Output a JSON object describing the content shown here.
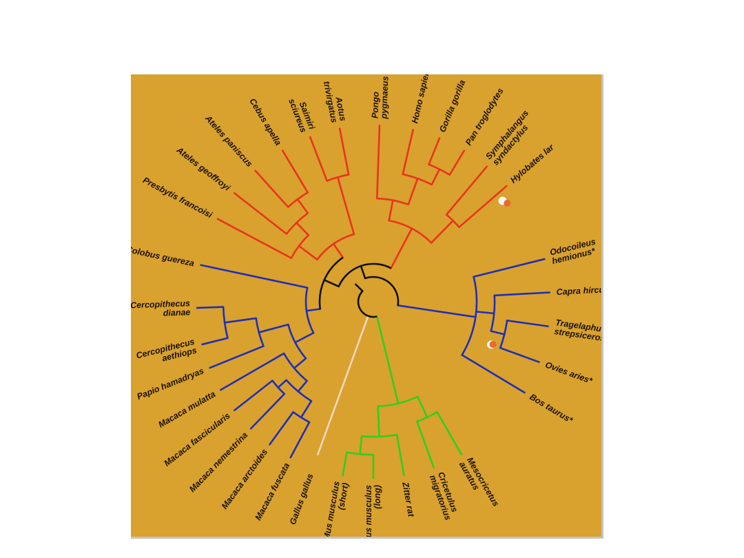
{
  "figure": {
    "background": "#d9a12e",
    "colors": {
      "primates_apes": "#e8341c",
      "primates_monkeys": "#1e2fb8",
      "bovids": "#1e2fb8",
      "rodents": "#2fcf1f",
      "bird": "#f0d8c0",
      "backbone": "#111111",
      "marker_white": "#f4f4f4",
      "marker_orange": "#e86a2a"
    },
    "taxa": [
      {
        "id": "gallus",
        "label": "Gallus gallus",
        "group": "bird"
      },
      {
        "id": "mfusc",
        "label": "Macaca fuscata",
        "group": "primates_monkeys"
      },
      {
        "id": "marct",
        "label": "Macaca arctoides",
        "group": "primates_monkeys"
      },
      {
        "id": "mnem",
        "label": "Macaca nemestrina",
        "group": "primates_monkeys"
      },
      {
        "id": "mfasc",
        "label": "Macaca fascicularis",
        "group": "primates_monkeys"
      },
      {
        "id": "mmul",
        "label": "Macaca mulatta",
        "group": "primates_monkeys"
      },
      {
        "id": "papio",
        "label": "Papio hamadryas",
        "group": "primates_monkeys"
      },
      {
        "id": "caeth",
        "label": [
          "Cercopithecus",
          "aethiops"
        ],
        "group": "primates_monkeys"
      },
      {
        "id": "cdian",
        "label": [
          "Cercopithecus",
          "dianae"
        ],
        "group": "primates_monkeys"
      },
      {
        "id": "colob",
        "label": "Colobus guereza",
        "group": "primates_monkeys"
      },
      {
        "id": "presb",
        "label": "Presbytis francoisi",
        "group": "primates_apes"
      },
      {
        "id": "ageof",
        "label": "Ateles geoffroyi",
        "group": "primates_apes"
      },
      {
        "id": "apan",
        "label": "Ateles paniscus",
        "group": "primates_apes"
      },
      {
        "id": "cebus",
        "label": "Cebus apella",
        "group": "primates_apes"
      },
      {
        "id": "saim",
        "label": [
          "Saimiri",
          "sciureus"
        ],
        "group": "primates_apes"
      },
      {
        "id": "aotus",
        "label": [
          "Aotus",
          "trivirgatus"
        ],
        "group": "primates_apes"
      },
      {
        "id": "pongo",
        "label": [
          "Pongo",
          "pygmaeus"
        ],
        "group": "primates_apes"
      },
      {
        "id": "homo",
        "label": "Homo sapiens*",
        "group": "primates_apes"
      },
      {
        "id": "gor",
        "label": "Gorilla gorilla",
        "group": "primates_apes"
      },
      {
        "id": "pan",
        "label": "Pan troglodytes",
        "group": "primates_apes"
      },
      {
        "id": "symph",
        "label": [
          "Symphalangus",
          "syndactylus"
        ],
        "group": "primates_apes"
      },
      {
        "id": "hylo",
        "label": "Hylobates lar",
        "group": "primates_apes"
      },
      {
        "id": "odoc",
        "label": [
          "Odocoileus",
          "hemionus*"
        ],
        "group": "bovids"
      },
      {
        "id": "capra",
        "label": "Capra hircus*",
        "group": "bovids"
      },
      {
        "id": "trag",
        "label": [
          "Tragelaphus",
          "strepsiceros*"
        ],
        "group": "bovids"
      },
      {
        "id": "ovis",
        "label": "Ovies aries*",
        "group": "bovids"
      },
      {
        "id": "bos",
        "label": "Bos taurus*",
        "group": "bovids"
      },
      {
        "id": "meso",
        "label": [
          "Mesocricetus",
          "auratus"
        ],
        "group": "rodents"
      },
      {
        "id": "crice",
        "label": [
          "Cricetulus",
          "migratorius"
        ],
        "group": "rodents"
      },
      {
        "id": "zitter",
        "label": "Zitter rat",
        "group": "rodents"
      },
      {
        "id": "muslong",
        "label": [
          "Mus musculus",
          "(long)"
        ],
        "group": "rodents"
      },
      {
        "id": "musshort",
        "label": [
          "Mus musculus",
          "(short)"
        ],
        "group": "rodents"
      }
    ]
  }
}
